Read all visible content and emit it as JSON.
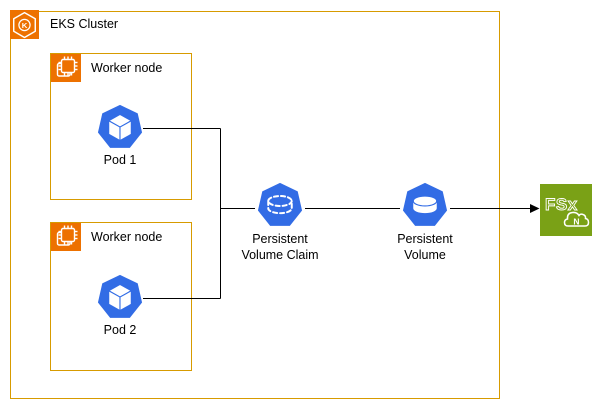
{
  "diagram": {
    "cluster": {
      "label": "EKS Cluster"
    },
    "worker_nodes": [
      {
        "label": "Worker node",
        "pod": {
          "label": "Pod 1"
        }
      },
      {
        "label": "Worker node",
        "pod": {
          "label": "Pod 2"
        }
      }
    ],
    "pvc": {
      "line1": "Persistent",
      "line2": "Volume Claim"
    },
    "pv": {
      "line1": "Persistent",
      "line2": "Volume"
    },
    "fsx": {
      "label": "FSx",
      "badge": "N"
    },
    "eks_glyph_letter": "K",
    "colors": {
      "group_border": "#D79B00",
      "compute_orange": "#ED7100",
      "kubernetes_blue": "#326CE5",
      "fsx_green": "#7AA116",
      "connector": "#000000"
    }
  }
}
